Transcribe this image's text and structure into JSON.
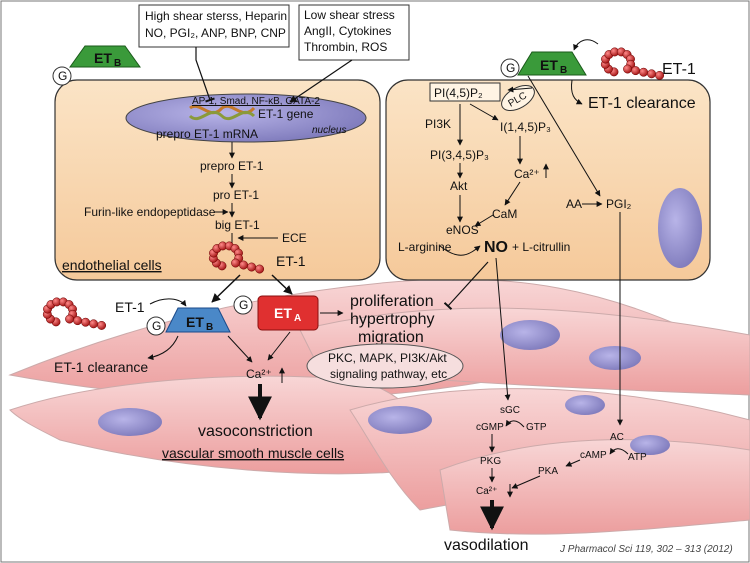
{
  "left_cell": {
    "nucleus_factors": "AP-1, Smad, NF-κB, GATA-2",
    "gene": "ET-1 gene",
    "nucleus": "nucleus",
    "mrna": "prepro ET-1 mRNA",
    "prepro": "prepro ET-1",
    "pro": "pro ET-1",
    "furin": "Furin-like endopeptidase",
    "big": "big ET-1",
    "ece": "ECE",
    "et1": "ET-1",
    "label": "endothelial  cells"
  },
  "high_shear": [
    "High shear sterss, Heparin",
    "NO, PGI₂, ANP, BNP, CNP"
  ],
  "low_shear": [
    "Low shear stress",
    "AngII, Cytokines",
    "Thrombin, ROS"
  ],
  "receptors": {
    "etb_main": "ET",
    "etb_sub": "B",
    "eta_main": "ET",
    "eta_sub": "A",
    "g": "G"
  },
  "right_cell": {
    "pip2": "PI(4,5)P₂",
    "plc": "PLC",
    "pi3k": "PI3K",
    "pip3": "PI(3,4,5)P₃",
    "ip3": "I(1,4,5)P₃",
    "ca": "Ca²⁺",
    "akt": "Akt",
    "cam": "CaM",
    "enos": "eNOS",
    "larg": "L-arginine",
    "no": "NO",
    "lcit": "+ L-citrullin",
    "aa": "AA",
    "pgi": "PGI₂",
    "et1": "ET-1",
    "clearance": "ET-1 clearance"
  },
  "smooth_muscle": {
    "et1": "ET-1",
    "clearance": "ET-1 clearance",
    "ca": "Ca²⁺",
    "prolif": [
      "proliferation",
      "hypertrophy",
      "migration"
    ],
    "pathway": [
      "PKC, MAPK,  PI3K/Akt",
      "signaling pathway, etc"
    ],
    "vasoconstriction": "vasoconstriction",
    "label": "vascular smooth muscle cells",
    "sgc": "sGC",
    "cgmp": "cGMP",
    "gtp": "GTP",
    "pkg": "PKG",
    "ca2": "Ca²⁺",
    "ac": "AC",
    "camp": "cAMP",
    "atp": "ATP",
    "pka": "PKA",
    "vasodilation": "vasodilation"
  },
  "citation": "J Pharmacol Sci 119, 302 – 313 (2012)",
  "colors": {
    "etb_fill": "#3a9a3a",
    "etb_blue": "#4a88c8",
    "eta_red": "#e03030",
    "cell_fill": "#f9d9b4",
    "muscle_fill": "#f3c4c4",
    "nucleus": "#8a86c8",
    "bead": "#c02020"
  }
}
